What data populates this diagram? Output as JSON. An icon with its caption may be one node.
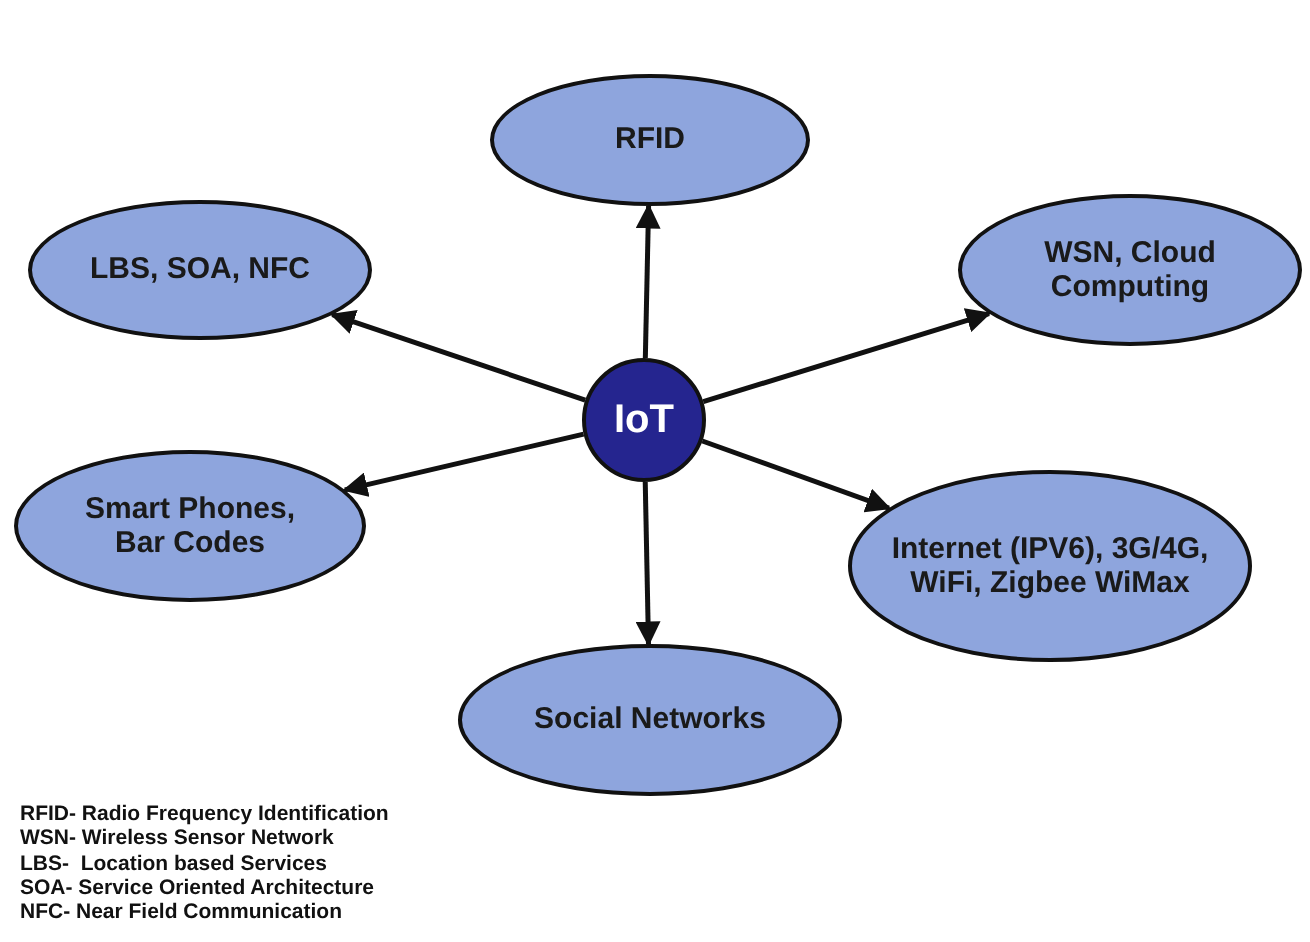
{
  "diagram": {
    "nodes": [
      {
        "text": [
          "IoT"
        ]
      },
      {
        "text": [
          "RFID"
        ]
      },
      {
        "text": [
          "LBS, SOA, NFC"
        ]
      },
      {
        "text": [
          "WSN, Cloud Computing"
        ]
      },
      {
        "text": [
          "Smart Phones, Bar Codes"
        ]
      },
      {
        "text": [
          "Internet (IPV6), 3G/4G, WiFi, Zigbee WiMax"
        ]
      },
      {
        "text": [
          "Social Networks"
        ]
      }
    ],
    "edges": [
      {
        "from": 0,
        "to": 1,
        "arrow": "to"
      },
      {
        "from": 0,
        "to": 2,
        "arrow": "to"
      },
      {
        "from": 0,
        "to": 3,
        "arrow": "to"
      },
      {
        "from": 0,
        "to": 4,
        "arrow": "to"
      },
      {
        "from": 0,
        "to": 5,
        "arrow": "to"
      },
      {
        "from": 0,
        "to": 6,
        "arrow": "to"
      }
    ],
    "labels": [
      "RFID- Radio Frequency Identification",
      "WSN- Wireless Sensor Network",
      "LBS-  Location based Services",
      "SOA- Service Oriented Architecture",
      "NFC- Near Field Communication"
    ]
  }
}
